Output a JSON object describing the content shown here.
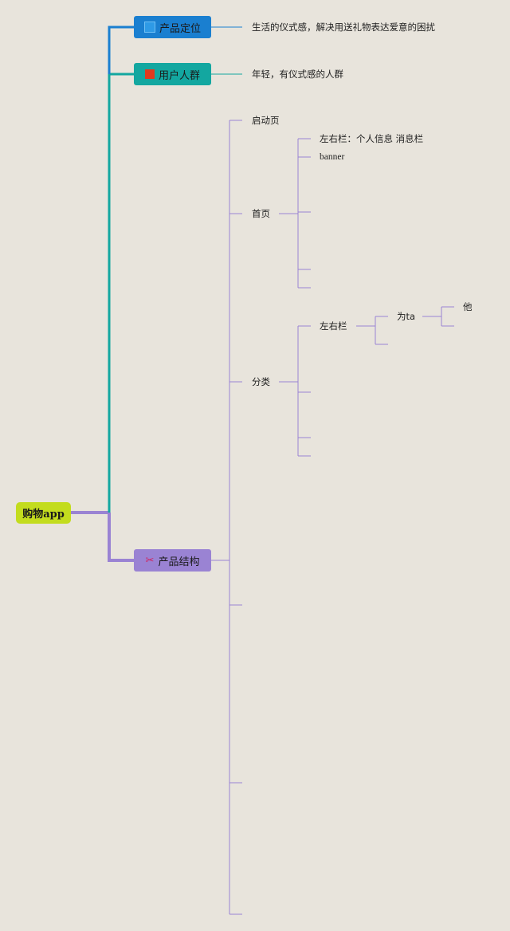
{
  "mindmap": {
    "root": {
      "label": "购物app",
      "color": "#c3dc1e"
    },
    "branches": [
      {
        "key": "positioning",
        "label": "产品定位",
        "icon": "blue-square-icon",
        "color": "#1a7fd0",
        "children": [
          {
            "label": "生活的仪式感，解决用送礼物表达爱意的困扰"
          }
        ]
      },
      {
        "key": "users",
        "label": "用户人群",
        "icon": "red-flag-icon",
        "color": "#13a7a0",
        "children": [
          {
            "label": "年轻，有仪式感的人群"
          }
        ]
      },
      {
        "key": "structure",
        "label": "产品结构",
        "icon": "tools-icon",
        "color": "#9a83d3",
        "children": [
          {
            "label": "启动页"
          },
          {
            "label": "首页",
            "children": [
              {
                "label": "左右栏：个人信息 消息栏"
              },
              {
                "label": "banner"
              },
              {
                "label": ""
              },
              {
                "label": ""
              },
              {
                "label": ""
              }
            ]
          },
          {
            "label": "分类",
            "children": [
              {
                "label": "左右栏",
                "children": [
                  {
                    "label": "为ta",
                    "children": [
                      {
                        "label": "他"
                      },
                      {
                        "label": ""
                      }
                    ]
                  },
                  {
                    "label": ""
                  }
                ]
              },
              {
                "label": ""
              },
              {
                "label": ""
              },
              {
                "label": ""
              }
            ]
          },
          {
            "label": ""
          },
          {
            "label": ""
          },
          {
            "label": ""
          },
          {
            "label": ""
          }
        ]
      }
    ]
  }
}
